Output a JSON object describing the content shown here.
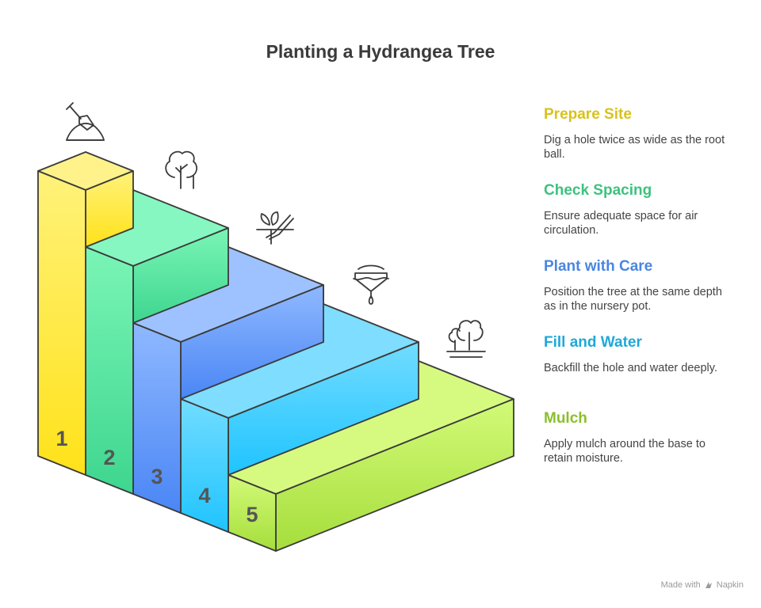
{
  "title": "Planting a Hydrangea Tree",
  "steps": [
    {
      "number": "1",
      "heading": "Prepare Site",
      "description": "Dig a hole twice as wide as the root ball.",
      "color": "#D9C21A",
      "icon": "shovel-icon"
    },
    {
      "number": "2",
      "heading": "Check Spacing",
      "description": "Ensure adequate space for air circulation.",
      "color": "#3DC27E",
      "icon": "tree-icon"
    },
    {
      "number": "3",
      "heading": "Plant with Care",
      "description": "Position the tree at the same depth as in the nursery pot.",
      "color": "#4A86E0",
      "icon": "planting-hand-icon"
    },
    {
      "number": "4",
      "heading": "Fill and Water",
      "description": "Backfill the hole and water deeply.",
      "color": "#1FA8D8",
      "icon": "water-drop-icon"
    },
    {
      "number": "5",
      "heading": "Mulch",
      "description": "Apply mulch around the base to retain moisture.",
      "color": "#8CBF2A",
      "icon": "trees-ground-icon"
    }
  ],
  "credit": {
    "made_with": "Made with",
    "brand": "Napkin"
  }
}
